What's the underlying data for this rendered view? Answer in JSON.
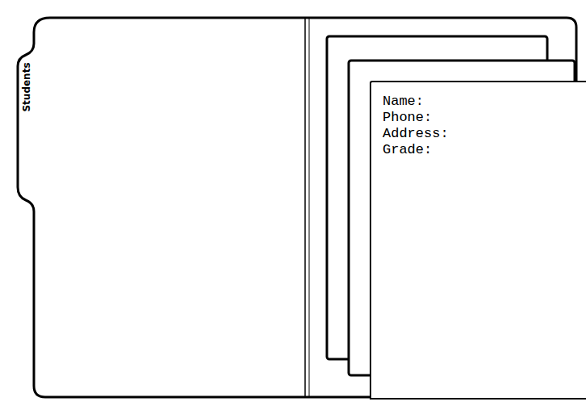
{
  "diagram": {
    "nodes": [
      {
        "text": [
          "Students"
        ]
      },
      {
        "text": [
          "Name:",
          "Phone:",
          "Address:",
          "Grade:"
        ],
        "in": 0
      }
    ]
  }
}
